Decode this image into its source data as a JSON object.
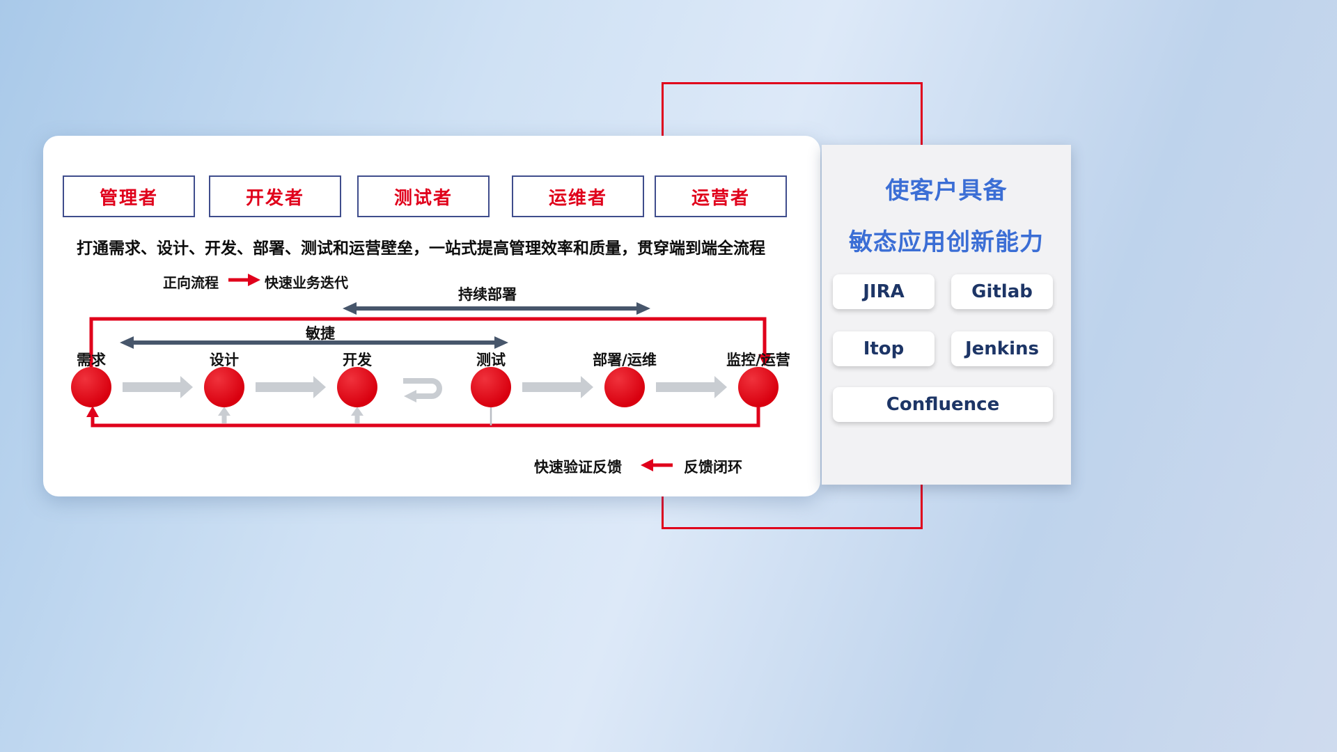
{
  "colors": {
    "red": "#e0001b",
    "navy": "#47566b",
    "box-border": "#3f4d8c",
    "blue": "#3b6ed5",
    "tool-text": "#1d3566",
    "gray": "#c9cdd2"
  },
  "main": {
    "roles": [
      "管理者",
      "开发者",
      "测试者",
      "运维者",
      "运营者"
    ],
    "description": "打通需求、设计、开发、部署、测试和运营壁垒，一站式提高管理效率和质量，贯穿端到端全流程",
    "legend": {
      "forward": "正向流程",
      "forward_desc": "快速业务迭代"
    },
    "spans": {
      "deploy": "持续部署",
      "agile": "敏捷"
    },
    "stages": [
      "需求",
      "设计",
      "开发",
      "测试",
      "部署/运维",
      "监控/运营"
    ],
    "feedback": {
      "fast": "快速验证反馈",
      "loop": "反馈闭环"
    }
  },
  "side": {
    "title1": "使客户具备",
    "title2": "敏态应用创新能力",
    "tools": [
      "JIRA",
      "Gitlab",
      "Itop",
      "Jenkins",
      "Confluence"
    ]
  }
}
